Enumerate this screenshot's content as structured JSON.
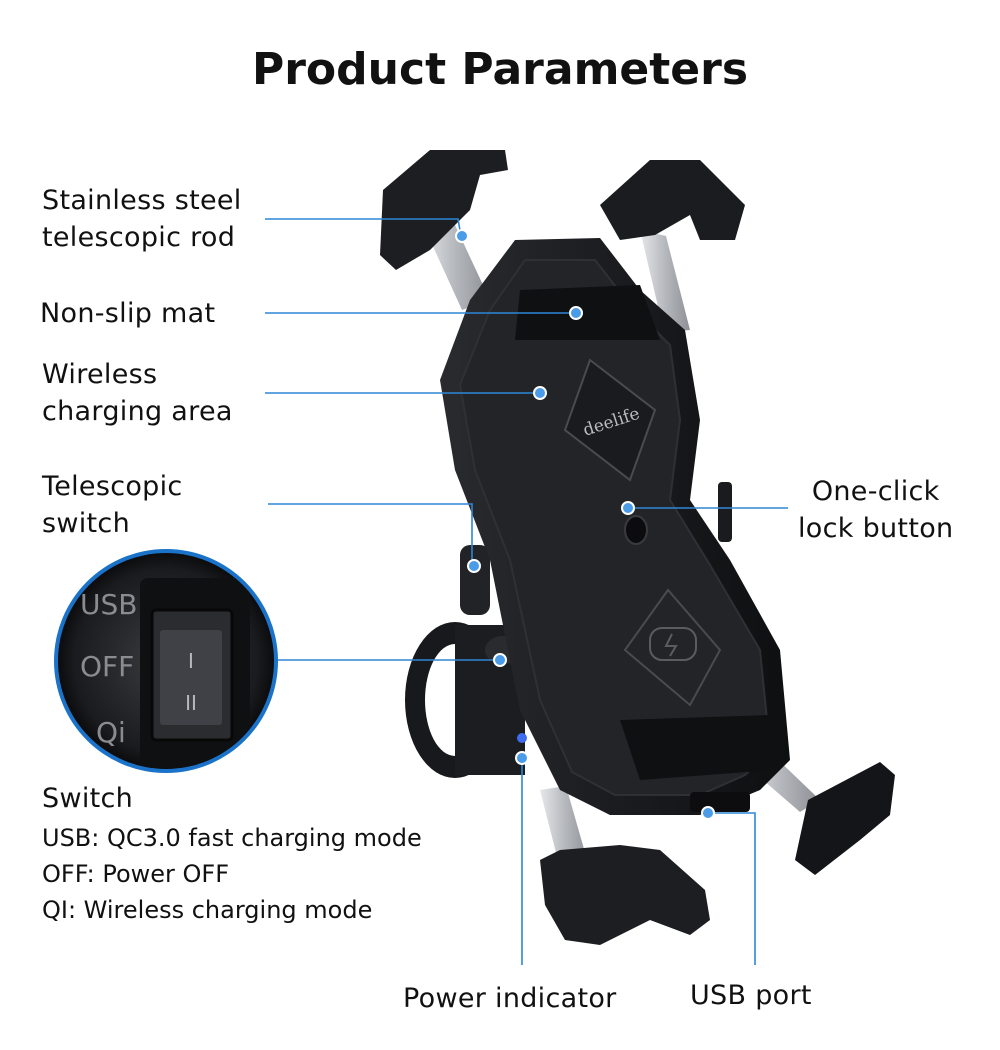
{
  "title": "Product Parameters",
  "brand_logo_text": "deelife",
  "labels": {
    "rod_line1": "Stainless steel",
    "rod_line2": "telescopic rod",
    "mat": "Non-slip mat",
    "wireless_line1": "Wireless",
    "wireless_line2": "charging area",
    "telescopic_line1": "Telescopic",
    "telescopic_line2": "switch",
    "lock_line1": "One-click",
    "lock_line2": "lock button",
    "switch": "Switch",
    "power_indicator": "Power indicator",
    "usb_port": "USB port"
  },
  "switch_modes": [
    "USB: QC3.0 fast charging mode",
    "OFF: Power OFF",
    "QI: Wireless charging mode"
  ],
  "switch_closeup": {
    "usb": "USB",
    "off": "OFF",
    "qi": "Qi",
    "rocker_top": "I",
    "rocker_bottom": "II"
  },
  "colors": {
    "leader_line": "#2f86d6",
    "dot": "#4a9be8",
    "device_body": "#1c1d20",
    "title_text": "#111111"
  }
}
